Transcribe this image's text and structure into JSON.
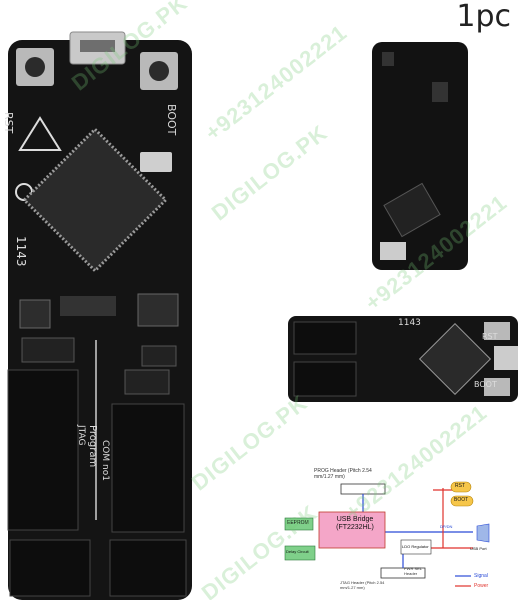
{
  "quantity_label": "1pc",
  "watermark": {
    "brand": "DIGILOG.PK",
    "phone": "+923124002221"
  },
  "board_front": {
    "labels": {
      "rst": "RST",
      "boot": "BOOT",
      "program": "Program",
      "com_no1": "COM no1",
      "jtag": "JTAG",
      "code": "1143"
    }
  },
  "board_side": {
    "labels": {
      "rst": "RST",
      "boot": "BOOT",
      "code": "1143"
    }
  },
  "block_diagram": {
    "prog_header": "PROG Header (Pitch 2.54 mm/1.27 mm)",
    "usb_bridge_line1": "USB Bridge",
    "usb_bridge_line2": "(FT2232HL)",
    "eeprom": "EEPROM",
    "delay_circuit": "Delay Circuit",
    "ldo": "LDO Regulator",
    "rst": "RST",
    "boot": "BOOT",
    "usb_port": "USB Port",
    "jtag_header": "JTAG Header (Pitch 2.54 mm/1.27 mm)",
    "pwr_sel_header": "PWR SEL Header",
    "dp_dn": "DP/DN",
    "legend_signal": "Signal",
    "legend_power": "Power",
    "colors": {
      "signal": "#2a4bd7",
      "power": "#e0322c",
      "bridge": "#f4a6c8",
      "green_box": "#7fd08a",
      "pill": "#f6c64a"
    }
  }
}
